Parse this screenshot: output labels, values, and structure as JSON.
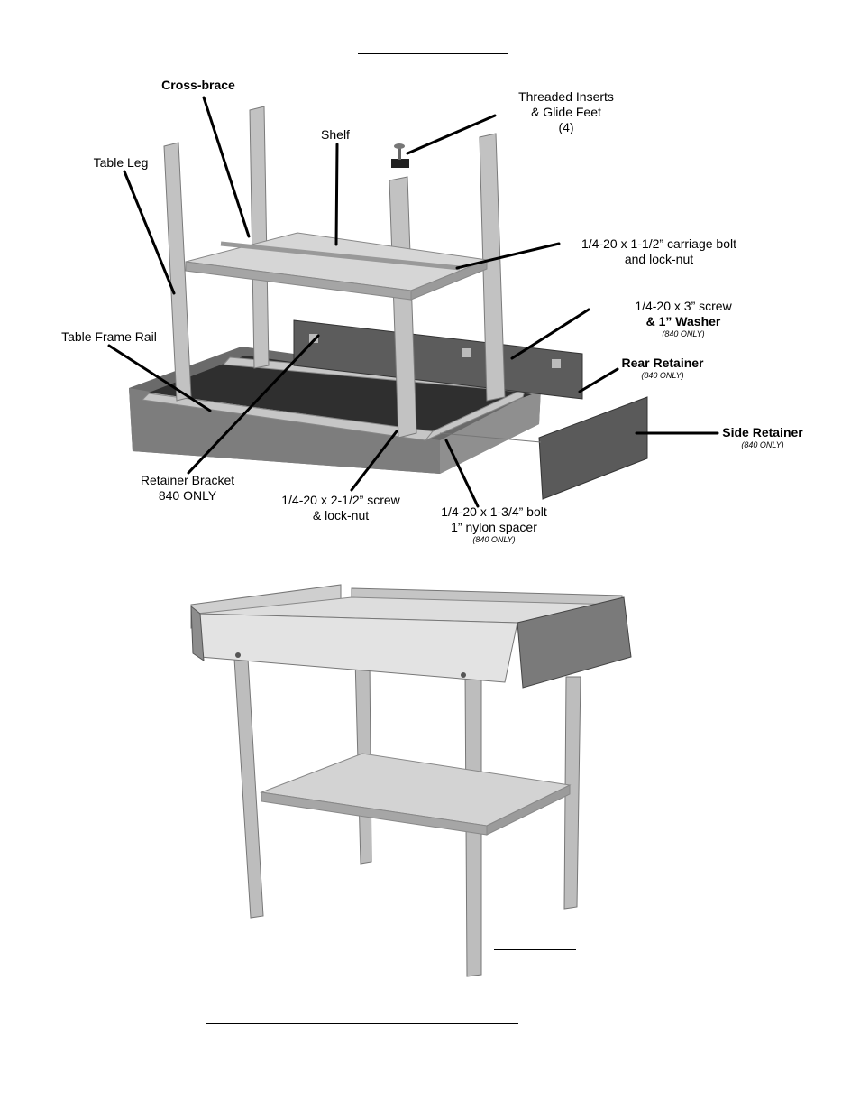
{
  "callouts": {
    "cross_brace": "Cross-brace",
    "shelf": "Shelf",
    "threaded_inserts": "Threaded Inserts",
    "glide_feet": "& Glide Feet",
    "glide_count": "(4)",
    "table_leg": "Table Leg",
    "carriage_bolt": "1/4-20 x 1-1/2” carriage bolt",
    "carriage_nut": "and lock-nut",
    "screw_3": "1/4-20 x 3” screw",
    "washer": "& 1” Washer",
    "washer_note": "(840 ONLY)",
    "table_frame_rail": "Table Frame Rail",
    "rear_retainer": "Rear Retainer",
    "rear_note": "(840 ONLY)",
    "side_retainer": "Side Retainer",
    "side_note": "(840 ONLY)",
    "retainer_bracket": "Retainer Bracket",
    "retainer_bracket_note": "840 ONLY",
    "screw_212": "1/4-20 x 2-1/2” screw",
    "screw_212_nut": "& lock-nut",
    "bolt_134": "1/4-20 x 1-3/4” bolt",
    "nylon_spacer": "1” nylon spacer",
    "spacer_note": "(840 ONLY)"
  },
  "colors": {
    "ink": "#000000",
    "panel_dark": "#4a4a4a",
    "panel_mid": "#8a8a8a",
    "panel_light": "#c8c8c8",
    "leg": "#b8b8b8",
    "tabletop": "#d0d0d0"
  }
}
